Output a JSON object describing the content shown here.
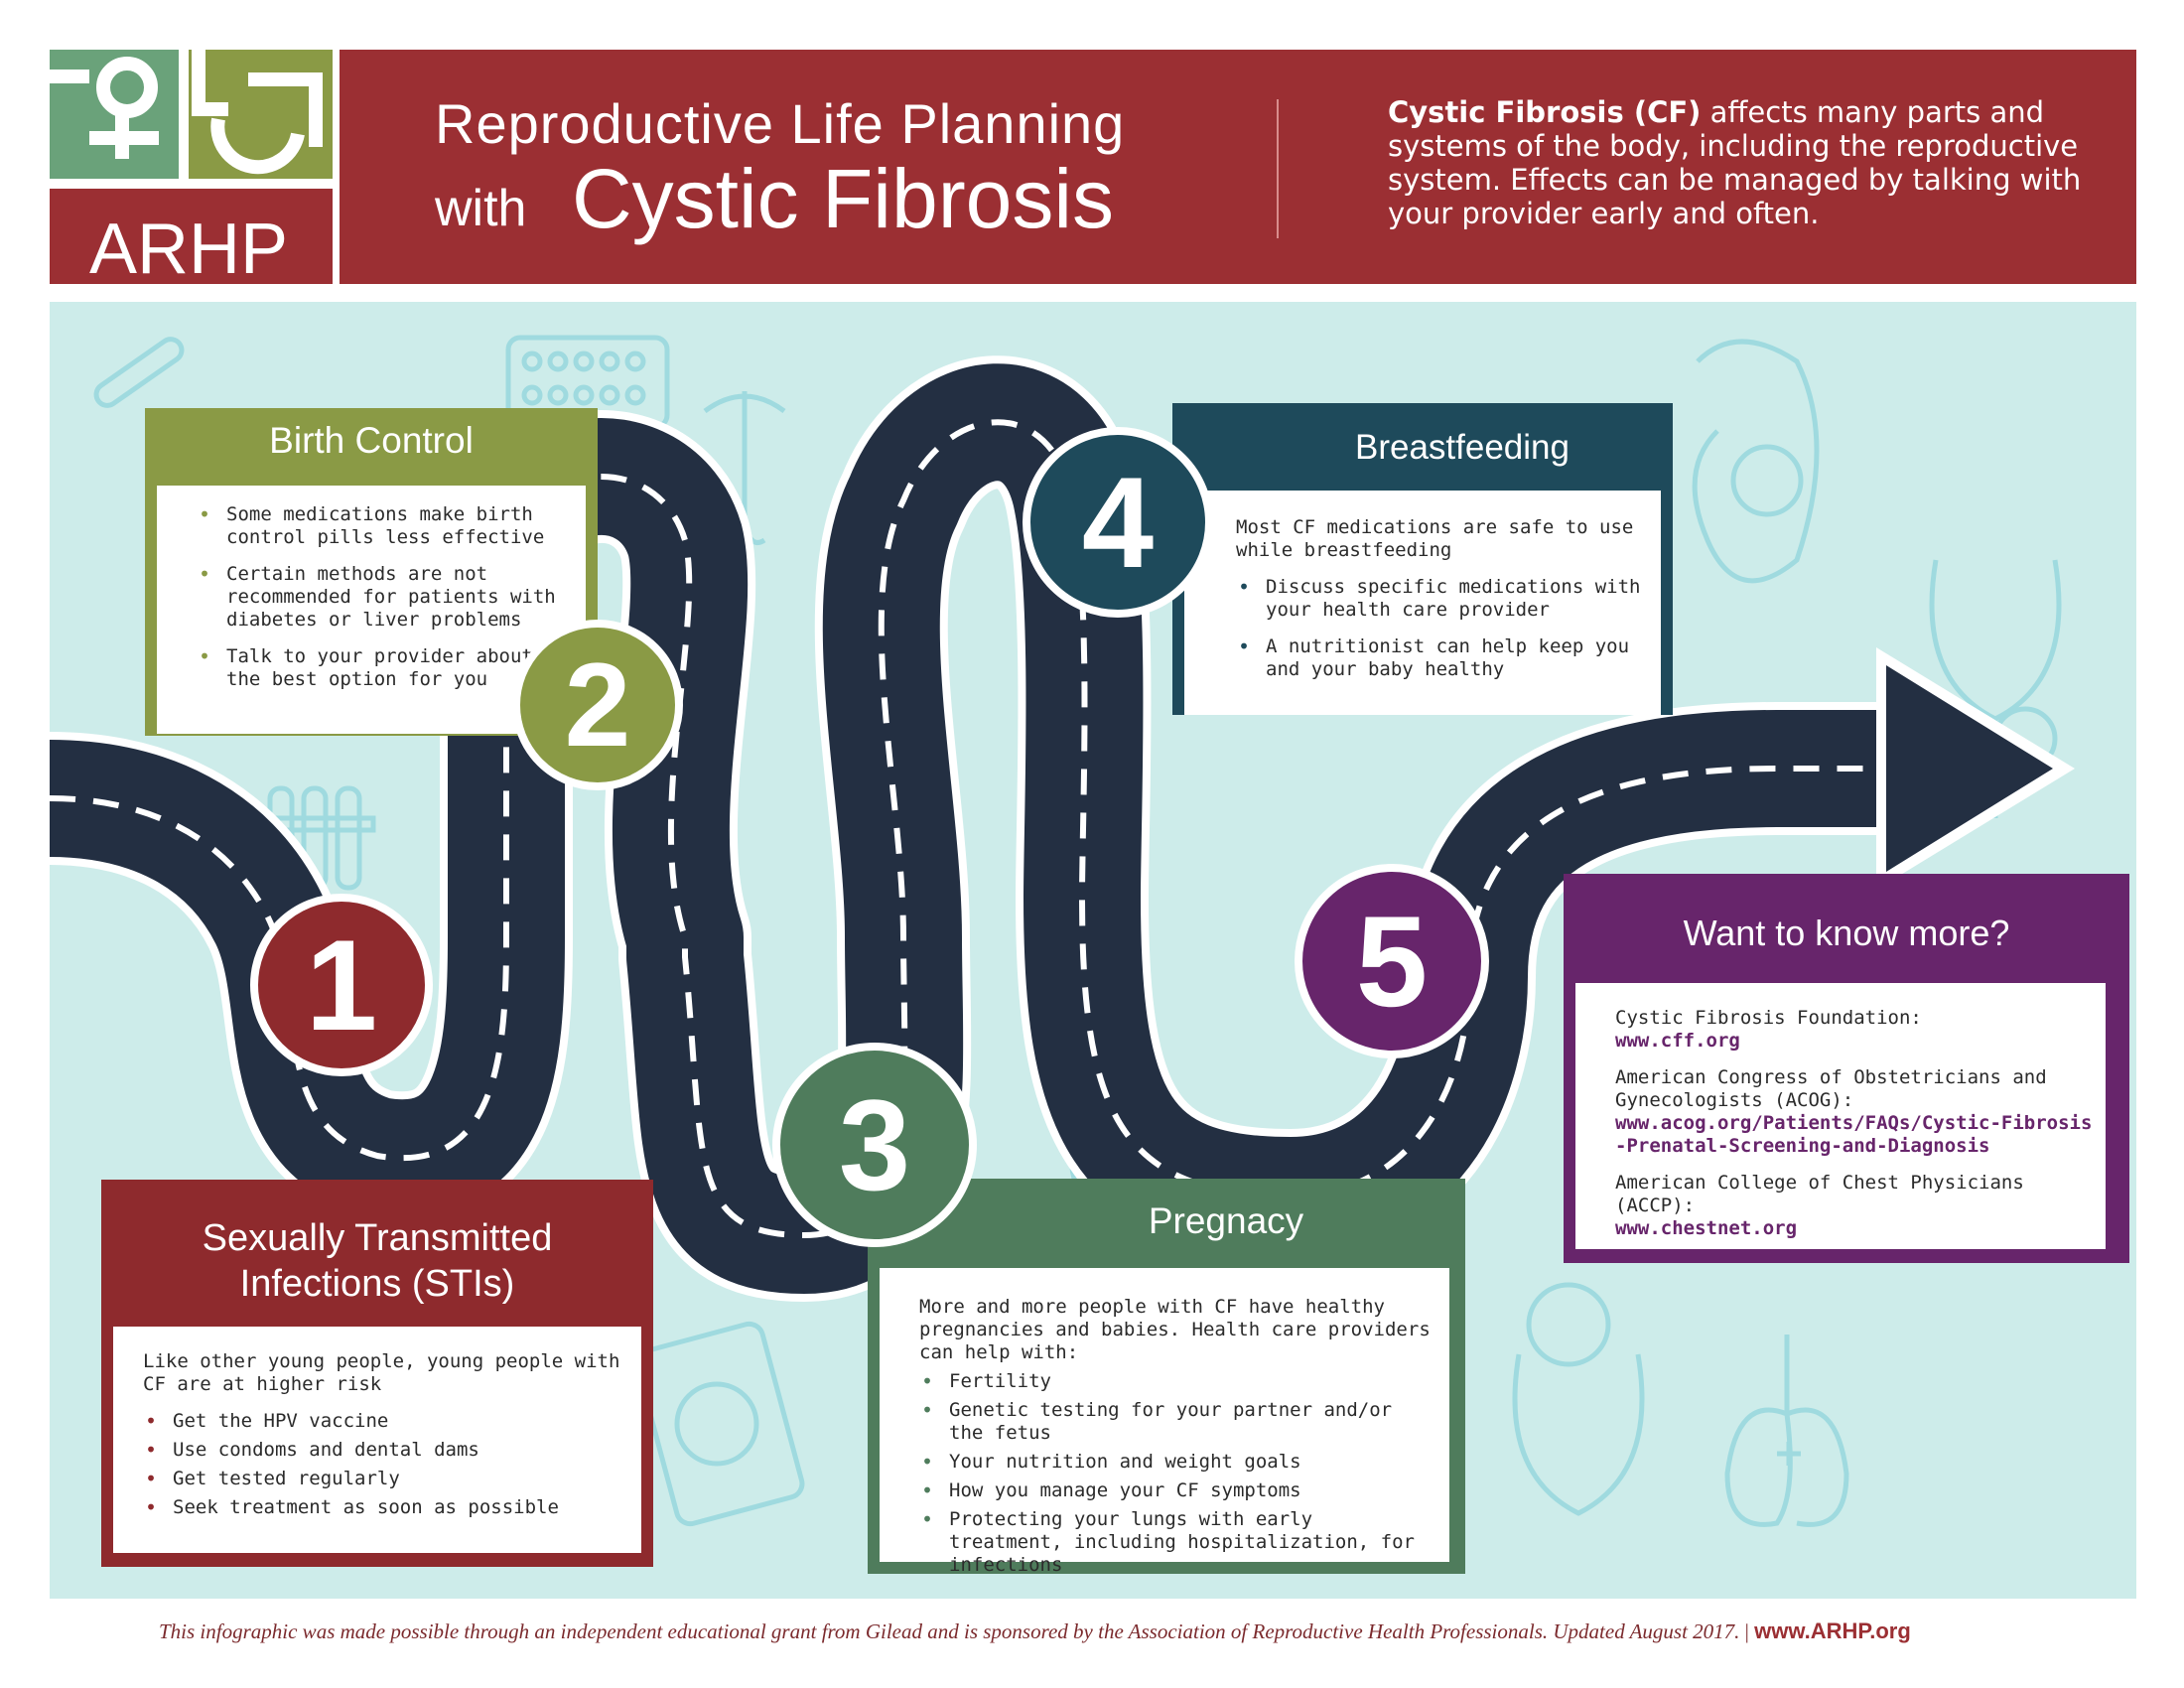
{
  "logo": {
    "text": "ARHP"
  },
  "header": {
    "title_line1": "Reproductive Life Planning",
    "title_with": "with",
    "title_big": "Cystic Fibrosis",
    "intro_bold": "Cystic Fibrosis (CF)",
    "intro_rest": " affects many parts and systems of the body, including the reproductive system. Effects can be managed by talking with your provider early and often."
  },
  "steps": {
    "n1": "1",
    "n2": "2",
    "n3": "3",
    "n4": "4",
    "n5": "5"
  },
  "birth_control": {
    "title": "Birth Control",
    "items": [
      "Some medications make birth control pills less effective",
      "Certain methods are not recommended for patients with diabetes or liver problems",
      "Talk to your provider about the best option for you"
    ]
  },
  "breastfeeding": {
    "title": "Breastfeeding",
    "intro": "Most CF medications are safe to use while breastfeeding",
    "items": [
      "Discuss specific medications with your health care provider",
      "A nutritionist can help keep you and your baby healthy"
    ]
  },
  "know_more": {
    "title": "Want to know more?",
    "resources": [
      {
        "name": "Cystic Fibrosis Foundation:",
        "url": "www.cff.org"
      },
      {
        "name": "American Congress of Obstetricians and Gynecologists (ACOG):",
        "url": "www.acog.org/Patients/FAQs/Cystic-Fibrosis-Prenatal-Screening-and-Diagnosis"
      },
      {
        "name": "American College of Chest Physicians (ACCP):",
        "url": "www.chestnet.org"
      }
    ]
  },
  "sti": {
    "title_line1": "Sexually Transmitted",
    "title_line2": "Infections (STIs)",
    "intro": "Like other young people, young people with CF are at higher risk",
    "items": [
      "Get the HPV vaccine",
      "Use condoms and dental dams",
      "Get tested regularly",
      "Seek treatment as soon as possible"
    ]
  },
  "pregnancy": {
    "title": "Pregnacy",
    "intro": "More and more people with CF have healthy pregnancies and babies. Health care providers can help with:",
    "items": [
      "Fertility",
      "Genetic testing for your partner and/or the fetus",
      "Your nutrition and weight goals",
      "How you manage your CF symptoms",
      "Protecting your lungs with early treatment, including hospitalization, for infections"
    ]
  },
  "footer": {
    "text": "This infographic was made possible through an independent educational grant from Gilead and is sponsored by the Association of Reproductive Health Professionals. Updated August 2017.",
    "separator": "|",
    "url": "www.ARHP.org"
  },
  "colors": {
    "brand_red": "#9b2f33",
    "olive": "#8a9a45",
    "teal_dark": "#1e4a5b",
    "green": "#4f7c5c",
    "purple": "#67256b",
    "panel_bg": "#cdecea",
    "road": "#232f42"
  },
  "decorative_icons": [
    "thermometer-icon",
    "pill-pack-icon",
    "iud-icon",
    "breastfeeding-mother-icon",
    "stethoscope-icon",
    "baby-bottle-icon",
    "test-tubes-icon",
    "pregnant-woman-icon",
    "dna-icon",
    "condom-icon",
    "swaddled-baby-icon",
    "lungs-icon"
  ]
}
